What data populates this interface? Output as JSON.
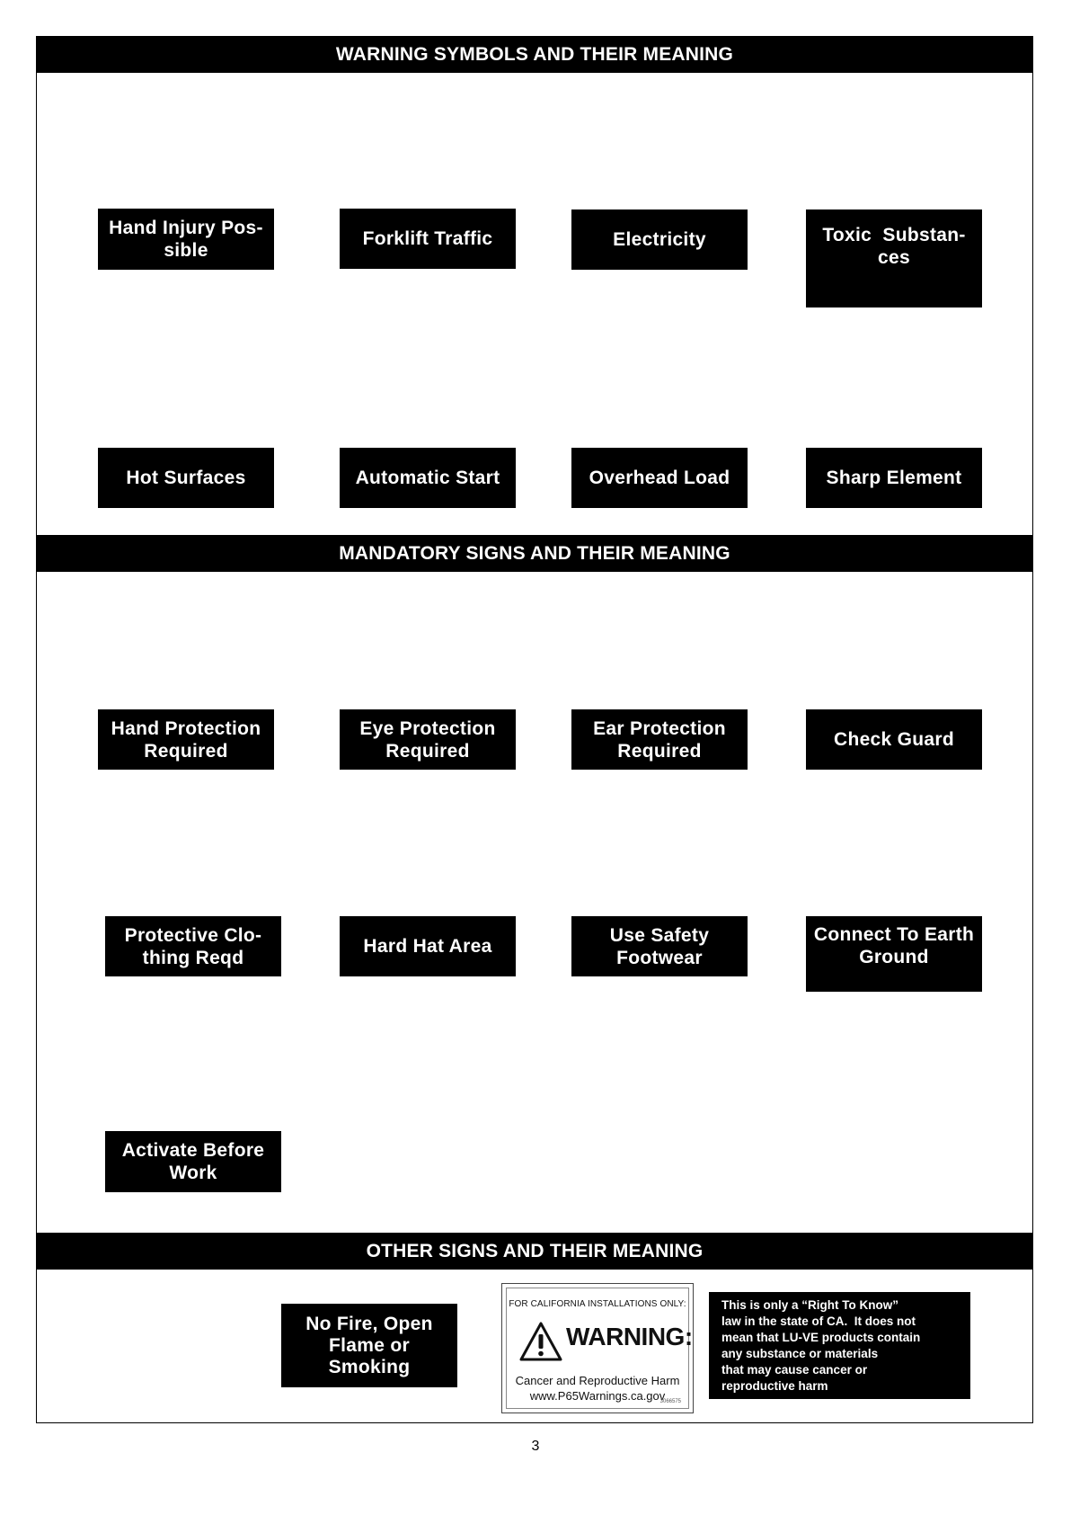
{
  "sections": {
    "warning": {
      "title": "WARNING SYMBOLS AND THEIR MEANING",
      "row1": [
        "Hand Injury Pos-",
        "sible",
        "Forklift Traffic",
        "Electricity",
        "Toxic  Substan-",
        "ces"
      ],
      "row2": [
        "Hot Surfaces",
        "Automatic Start",
        "Overhead Load",
        "Sharp Element"
      ]
    },
    "mandatory": {
      "title": "MANDATORY SIGNS AND THEIR MEANING",
      "row1": [
        "Hand Protection",
        "Required",
        "Eye Protection",
        "Required",
        "Ear Protection",
        "Required",
        "Check Guard"
      ],
      "row2": [
        "Protective Clo-",
        "thing Reqd",
        "Hard Hat Area",
        "Use Safety",
        "Footwear",
        "Connect To Earth",
        "Ground"
      ],
      "row3": [
        "Activate Before",
        "Work"
      ]
    },
    "other": {
      "title": "OTHER SIGNS AND THEIR MEANING",
      "no_fire": [
        "No Fire, Open",
        "Flame or",
        "Smoking"
      ],
      "p65": {
        "header": "FOR CALIFORNIA INSTALLATIONS ONLY:",
        "warning": "WARNING:",
        "line1": "Cancer and Reproductive Harm",
        "line2": "www.P65Warnings.ca.gov",
        "code": "3066575"
      },
      "notice": [
        "This is only a “Right To Know”",
        "law in the state of CA.  It does not",
        "mean that LU-VE products contain",
        "any substance or materials",
        "that may cause cancer or",
        "reproductive harm"
      ]
    }
  },
  "page_number": "3"
}
